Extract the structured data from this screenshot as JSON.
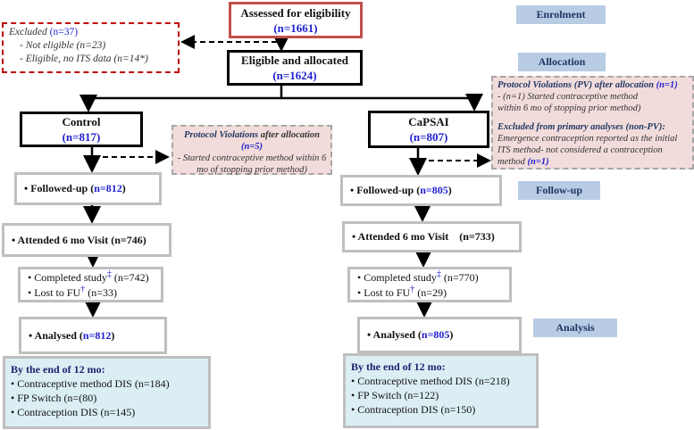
{
  "stages": {
    "enrolment": "Enrolment",
    "allocation": "Allocation",
    "followup": "Follow-up",
    "analysis": "Analysis"
  },
  "assessed": {
    "label": "Assessed for eligibility",
    "n": "(n=1661)"
  },
  "excluded": {
    "label": "Excluded",
    "n": "(n=37)",
    "items": [
      "- Not eligible (n=23)",
      "- Eligible, no ITS data (n=14*)"
    ]
  },
  "eligible": {
    "label": "Eligible and allocated",
    "n": "(n=1624)"
  },
  "control": {
    "label": "Control",
    "n": "(n=817)",
    "pv": {
      "title_a": "Protocol Violations",
      "title_b": " after allocation",
      "n": "(n=5)",
      "text": "- Started contraceptive method within 6 mo of stopping prior method)"
    },
    "followed": {
      "label": "Followed-up (",
      "n": "n=812",
      "close": ")"
    },
    "attended": "Attended 6 mo Visit  (n=746)",
    "completed": {
      "a": "Completed study",
      "sup": "‡",
      "b": " (n=742)"
    },
    "lost": {
      "a": "Lost to FU",
      "sup": "†",
      "b": " (n=33)"
    },
    "analysed": {
      "label": "Analysed (",
      "n": "n=812",
      "close": ")"
    },
    "end": {
      "title": "By the end of 12 mo:",
      "items": [
        "Contraceptive method DIS (n=184)",
        "FP Switch (n=(80)",
        "Contraception DIS (n=145)"
      ]
    }
  },
  "capsai": {
    "label": "CaPSAI",
    "n": "(n=807)",
    "pv": {
      "title": "Protocol Violations (PV) after allocation ",
      "n": "(n=1)",
      "item": "-   (n=1) Started contraceptive method within 6 mo of stopping prior method)",
      "excl_title": "Excluded from primary analyses (non-PV):",
      "excl_text": "Emergence contraception reported as the initial ITS method- not considered a contraception method ",
      "excl_n": "(n=1)"
    },
    "followed": {
      "label": "Followed-up (",
      "n": "n=805",
      "close": ")"
    },
    "attended": "Attended 6 mo Visit    (n=733)",
    "completed": {
      "a": "Completed study",
      "sup": "‡",
      "b": " (n=770)"
    },
    "lost": {
      "a": "Lost to FU",
      "sup": "†",
      "b": " (n=29)"
    },
    "analysed": {
      "label": "Analysed (",
      "n": "n=805",
      "close": ")"
    },
    "end": {
      "title": "By the end of 12 mo:",
      "items": [
        "Contraceptive method DIS (n=218)",
        "FP Switch (n=122)",
        "Contraception DIS (n=150)"
      ]
    }
  }
}
